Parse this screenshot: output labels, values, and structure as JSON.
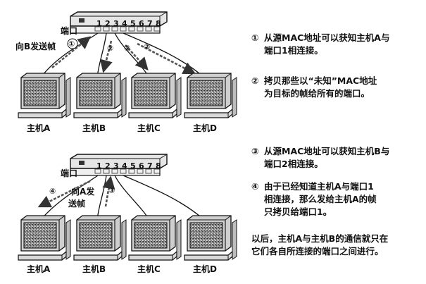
{
  "top": {
    "port_word": "端口",
    "port_numbers": [
      "1",
      "2",
      "3",
      "4",
      "5",
      "6",
      "7",
      "8"
    ],
    "send_label": "向B发送帧",
    "markers": [
      "①",
      "②",
      "②",
      "②"
    ],
    "hosts": [
      "主机A",
      "主机B",
      "主机C",
      "主机D"
    ]
  },
  "bottom": {
    "port_word": "端口",
    "port_numbers": [
      "1",
      "2",
      "3",
      "4",
      "5",
      "6",
      "7",
      "8"
    ],
    "send_label_line1": "向A发",
    "send_label_line2": "送帧",
    "markers": [
      "④",
      "③"
    ],
    "hosts": [
      "主机A",
      "主机B",
      "主机C",
      "主机D"
    ]
  },
  "notes": [
    {
      "marker": "①",
      "line1": "从源MAC地址可以获知主机A与",
      "line2": "端口1相连接。"
    },
    {
      "marker": "②",
      "line1": "拷贝那些以“未知”MAC地址",
      "line2": "为目标的帧给所有的端口。"
    },
    {
      "marker": "③",
      "line1": "从源MAC地址可以获知主机B与",
      "line2": "端口2相连接。"
    },
    {
      "marker": "④",
      "line1": "由于已经知道主机A与端口1",
      "line2": "相连接，那么发给主机A的帧",
      "line3": "只拷贝给端口1。"
    }
  ],
  "closing": {
    "line1": "以后，主机A与主机B的通信就只在",
    "line2": "它们各自所连接的端口之间进行。"
  }
}
